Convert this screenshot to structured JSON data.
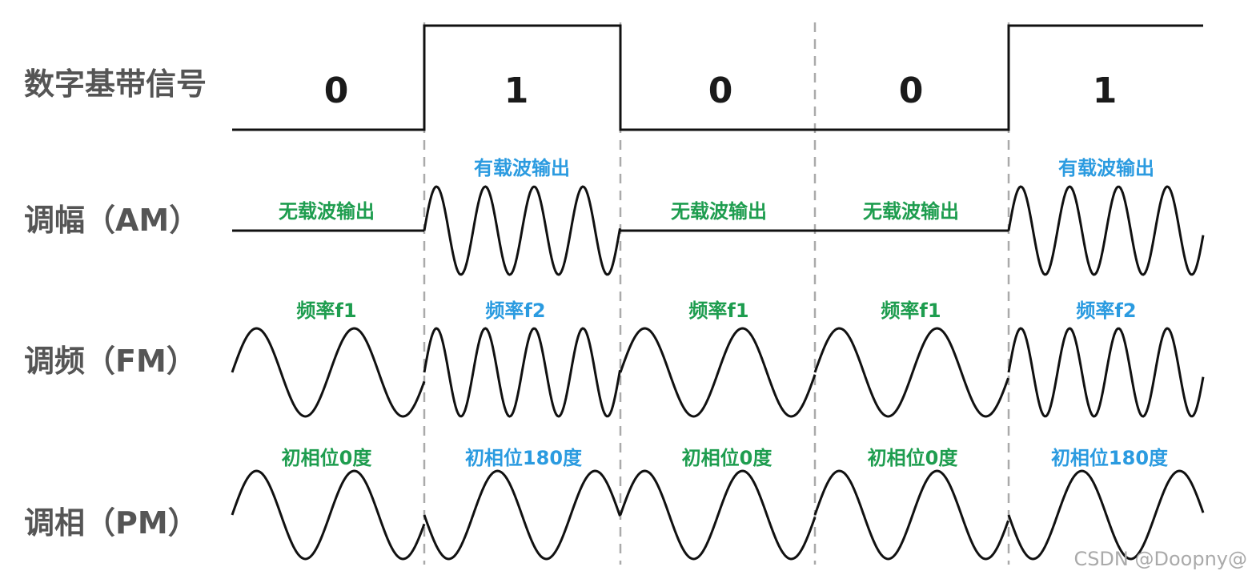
{
  "rows": {
    "digital": "数字基带信号",
    "am": "调幅（AM）",
    "fm": "调频（FM）",
    "pm": "调相（PM）"
  },
  "bits": [
    "0",
    "1",
    "0",
    "0",
    "1"
  ],
  "am_labels": [
    "无载波输出",
    "有载波输出",
    "无载波输出",
    "无载波输出",
    "有载波输出"
  ],
  "fm_labels": [
    "频率f1",
    "频率f2",
    "频率f1",
    "频率f1",
    "频率f2"
  ],
  "pm_labels": [
    "初相位0度",
    "初相位180度",
    "初相位0度",
    "初相位0度",
    "初相位180度"
  ],
  "colors": {
    "signal": "#111111",
    "divider": "#aaaaaa",
    "label_low": "#1e9d4f",
    "label_high": "#2b9be0",
    "row_label": "#555555"
  },
  "watermark": "CSDN @Doopny@"
}
